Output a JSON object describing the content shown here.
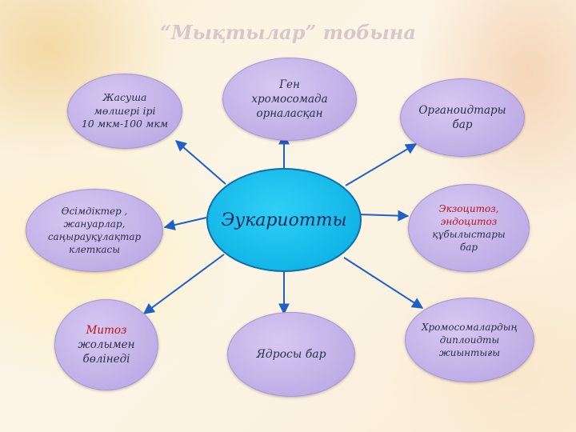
{
  "title": "“Мықтылар” тобына",
  "center_label": "Эукариотты",
  "nodes": {
    "top_left": [
      "Жасуша",
      "мөлшері ірі",
      "10 мкм-100 мкм"
    ],
    "top_center": [
      "Ген",
      "хромосомада",
      "орналасқан"
    ],
    "top_right": [
      "Органоидтары",
      "бар"
    ],
    "mid_left": [
      "Өсімдіктер ,",
      "жануарлар,",
      "саңырауқұлақтар",
      "клеткасы"
    ],
    "mid_right": {
      "red_lines": [
        "Экзоцитоз,",
        "эндоцитоз"
      ],
      "lines": [
        "құбылыстары",
        "бар"
      ]
    },
    "bottom_left": {
      "red_lines": [
        "Митоз"
      ],
      "lines": [
        "жолымен",
        "бөлінеді"
      ]
    },
    "bottom_center": [
      "Ядросы бар"
    ],
    "bottom_right": [
      "Хромосомалардың",
      "диплоидты",
      "жиынтығы"
    ]
  },
  "colors": {
    "node_fill": "#bfaee6",
    "center_fill": "#13b5e8",
    "arrow": "#1f5fc8",
    "accent_red": "#c01010"
  }
}
